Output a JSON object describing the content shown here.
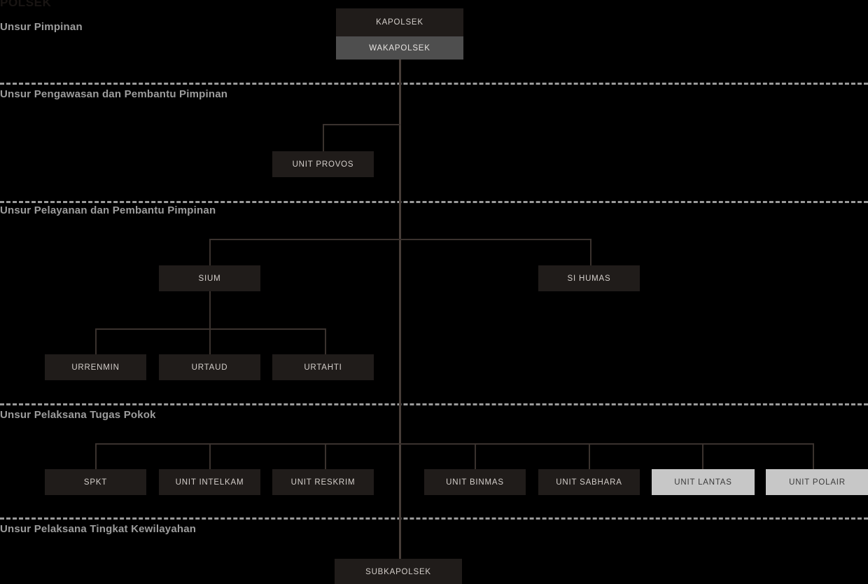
{
  "title": "POLSEK",
  "sections": [
    {
      "id": "pimpinan",
      "label": "Unsur Pimpinan"
    },
    {
      "id": "pengawasan",
      "label": "Unsur Pengawasan dan Pembantu Pimpinan"
    },
    {
      "id": "pelayanan",
      "label": "Unsur Pelayanan dan Pembantu Pimpinan"
    },
    {
      "id": "pelaksana",
      "label": "Unsur Pelaksana Tugas Pokok"
    },
    {
      "id": "kewilayahan",
      "label": "Unsur Pelaksana Tingkat Kewilayahan"
    }
  ],
  "nodes": {
    "kapolsek": "KAPOLSEK",
    "wakapolsek": "WAKAPOLSEK",
    "unit_provos": "UNIT PROVOS",
    "sium": "SIUM",
    "si_humas": "SI HUMAS",
    "urrenmin": "URRENMIN",
    "urtaud": "URTAUD",
    "urtahti": "URTAHTI",
    "spkt": "SPKT",
    "unit_intelkam": "UNIT INTELKAM",
    "unit_reskrim": "UNIT RESKRIM",
    "unit_binmas": "UNIT BINMAS",
    "unit_sabhara": "UNIT SABHARA",
    "unit_lantas": "UNIT LANTAS",
    "unit_polair": "UNIT POLAIR",
    "subkapolsek": "SUBKAPOLSEK"
  },
  "colors": {
    "background": "#000000",
    "box_dark": "#201c1a",
    "box_mid": "#4e4e4e",
    "box_light": "#c7c7c7",
    "text_on_dark": "#d4cfcb",
    "text_on_light": "#3a3a3a",
    "section_label": "#9d9d9d",
    "divider": "#9a9a9a",
    "connector": "#3a322e",
    "title": "#191513"
  }
}
